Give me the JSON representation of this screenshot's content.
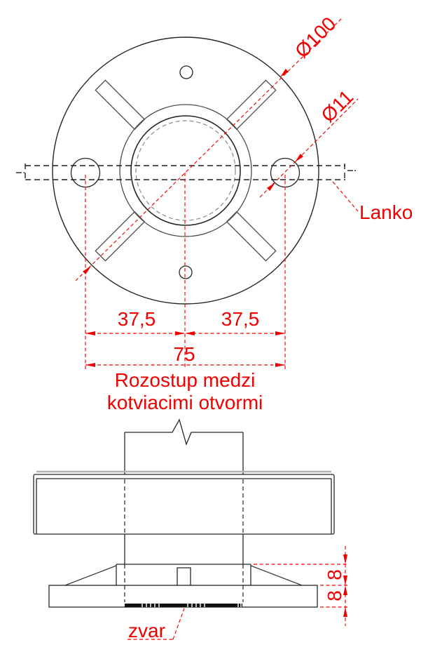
{
  "drawing": {
    "labels": {
      "dia_flange": "Ø100",
      "dia_hole": "Ø11",
      "cable": "Lanko",
      "dim_left": "37,5",
      "dim_right": "37,5",
      "dim_pitch": "75",
      "note_line1": "Rozostup medzi",
      "note_line2": "kotviacimi otvormi",
      "height_upper": "8",
      "height_lower": "8",
      "weld": "zvar"
    },
    "colors": {
      "annotation": "#f20000",
      "line": "#262626",
      "medium": "#4d4d4d",
      "hidden_gray": "#8a8a8a",
      "rosette_gray": "#b3b3b3"
    }
  }
}
